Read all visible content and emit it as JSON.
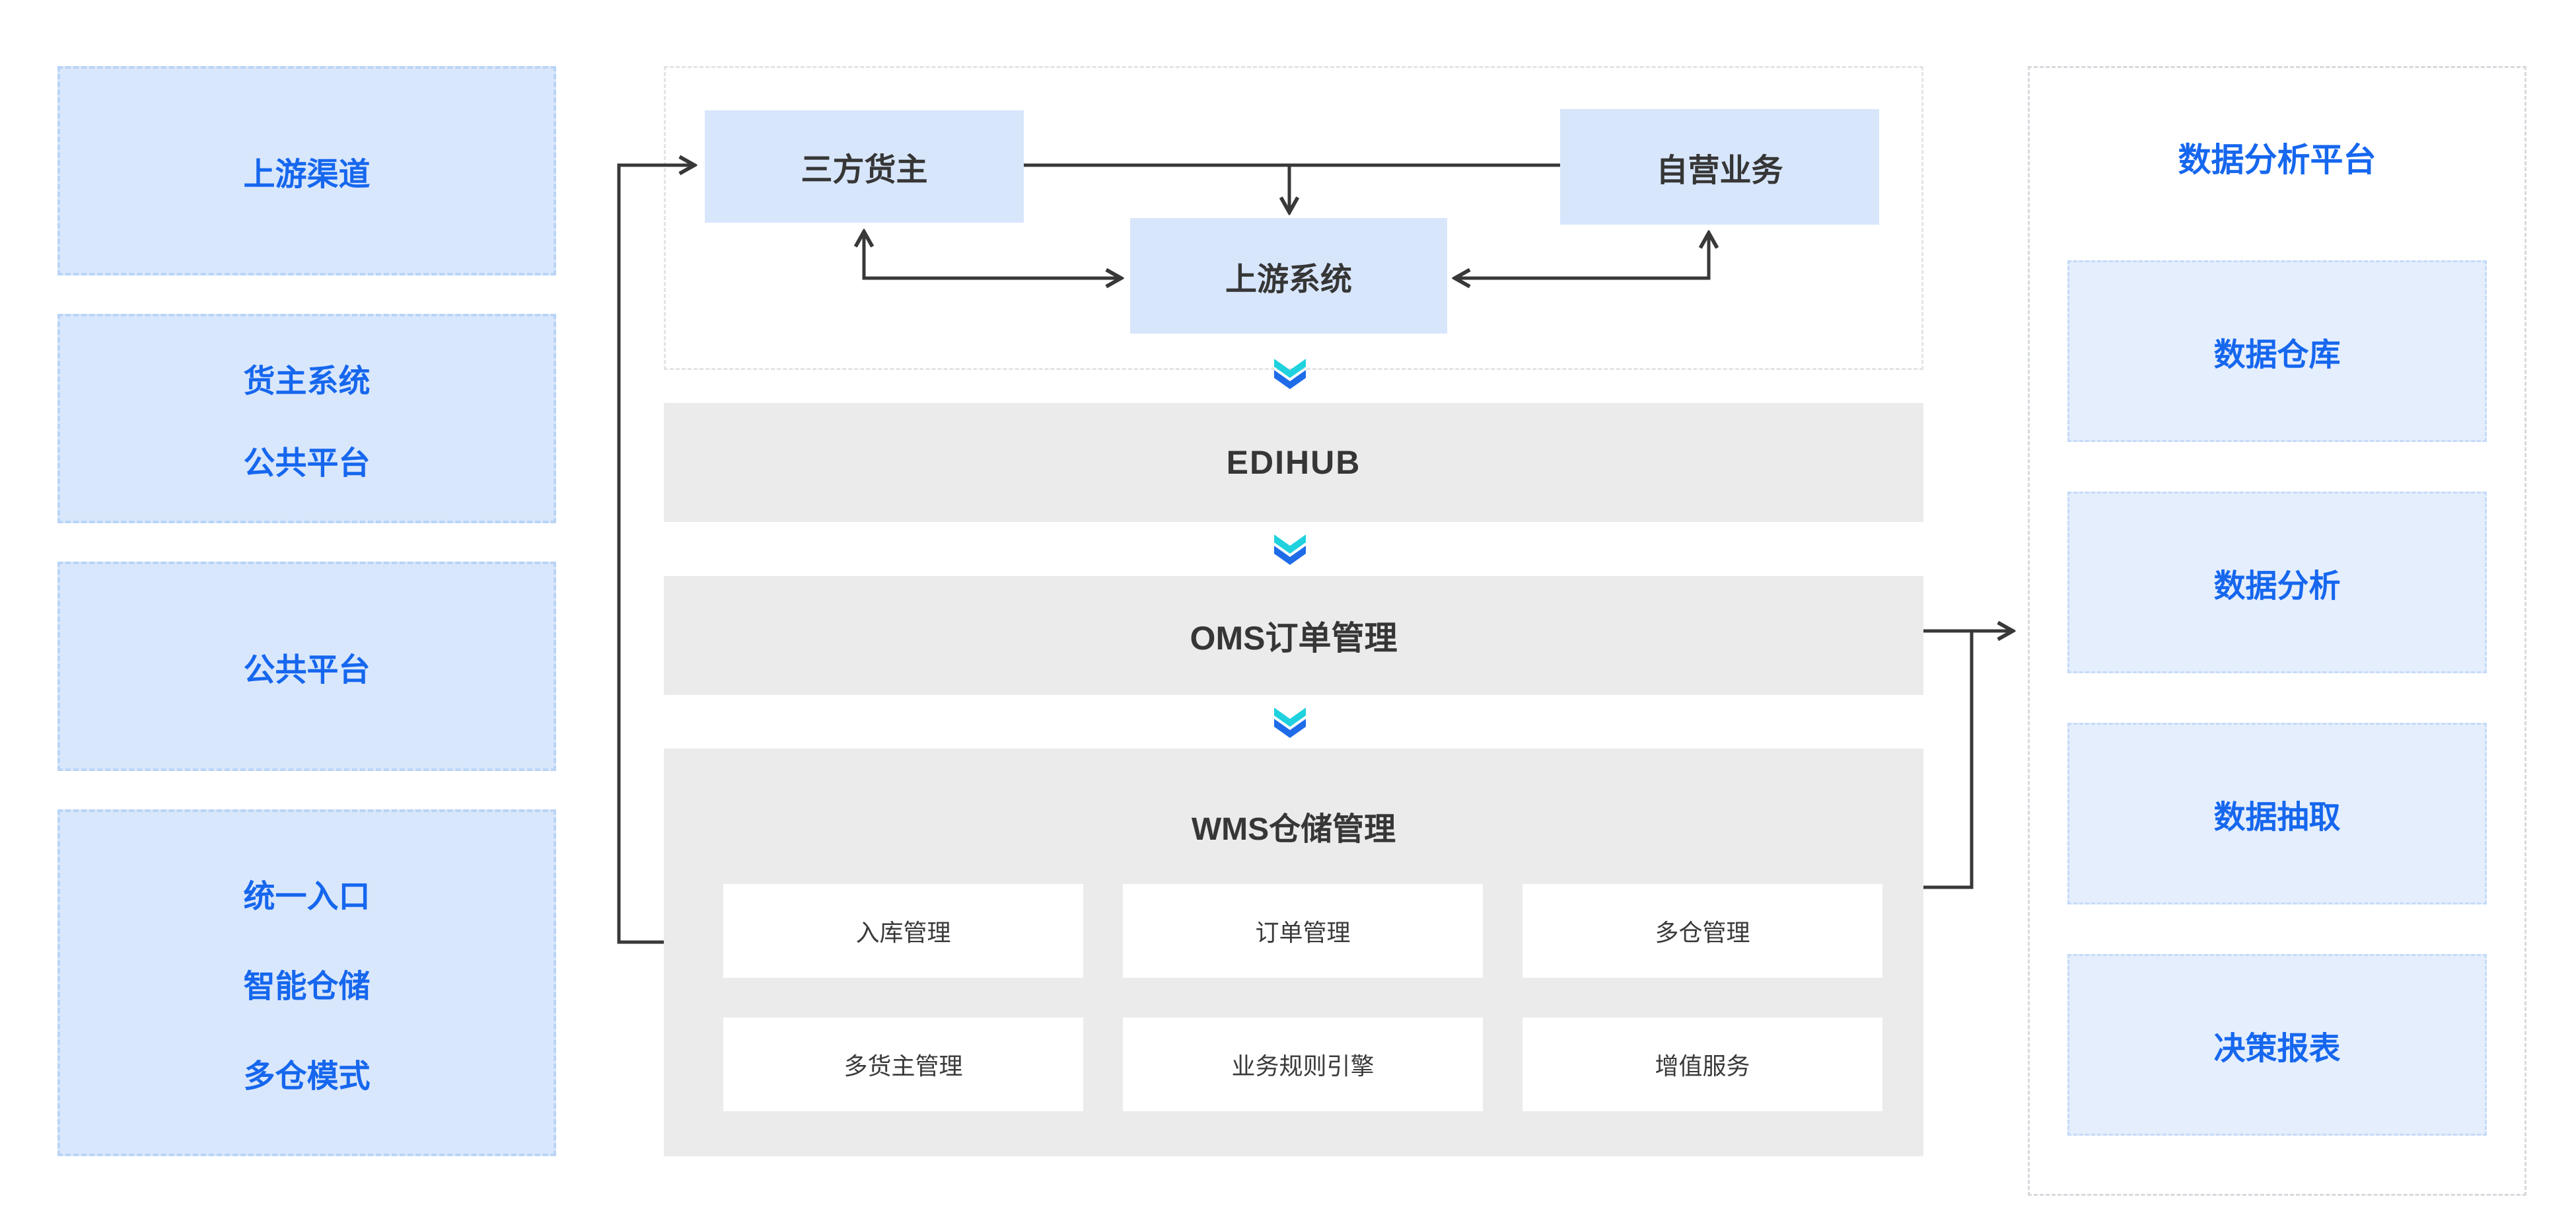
{
  "palette": {
    "blue_text": "#1667ee",
    "light_blue_fill": "#d9e7fc",
    "light_blue_dash_border": "#b9d4f6",
    "right_box_fill": "#e4eefd",
    "right_box_dash_border": "#c5daf8",
    "gray_row_fill": "#ebebeb",
    "white_module_fill": "#ffffff",
    "dark_text": "#363636",
    "connector_line": "#383838",
    "chevron_cyan": "#1fd2de",
    "chevron_blue": "#1e6ce8"
  },
  "left_panel": {
    "boxes": [
      {
        "lines": [
          "上游渠道"
        ]
      },
      {
        "lines": [
          "货主系统",
          "公共平台"
        ]
      },
      {
        "lines": [
          "公共平台"
        ]
      },
      {
        "lines": [
          "统一入口",
          "智能仓储",
          "多仓模式"
        ]
      }
    ]
  },
  "upstream_flow": {
    "third_party_owner": "三方货主",
    "self_operated_business": "自营业务",
    "upstream_system": "上游系统"
  },
  "core_layers": {
    "edihub": "EDIHUB",
    "oms": "OMS订单管理",
    "wms": {
      "title": "WMS仓储管理",
      "modules": [
        "入库管理",
        "订单管理",
        "多仓管理",
        "多货主管理",
        "业务规则引擎",
        "增值服务"
      ]
    }
  },
  "data_platform": {
    "title": "数据分析平台",
    "boxes": [
      "数据仓库",
      "数据分析",
      "数据抽取",
      "决策报表"
    ]
  },
  "icons": {
    "flow_down": "double-chevron-down"
  }
}
